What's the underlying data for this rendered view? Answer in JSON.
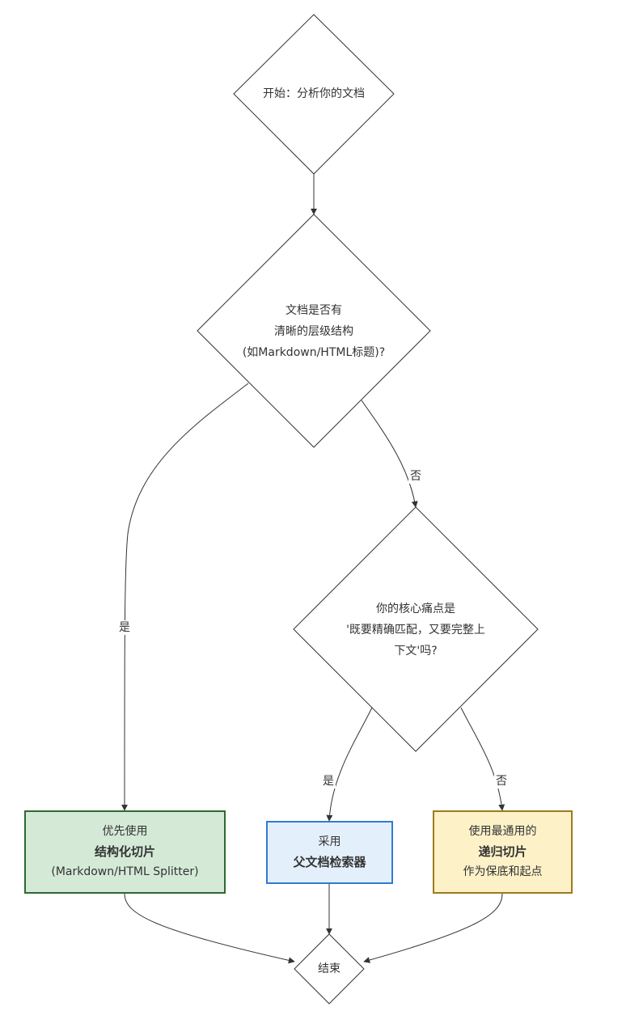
{
  "nodes": {
    "start": {
      "text": "开始：分析你的文档"
    },
    "decision_structure": {
      "line1": "文档是否有",
      "line2": "清晰的层级结构",
      "line3": "(如Markdown/HTML标题)?"
    },
    "decision_pain": {
      "line1": "你的核心痛点是",
      "line2": "'既要精确匹配，又要完整上",
      "line3": "下文'吗?"
    },
    "structured": {
      "line1": "优先使用",
      "line2": "结构化切片",
      "line3": "(Markdown/HTML Splitter)"
    },
    "parent": {
      "line1": "采用",
      "line2": "父文档检索器"
    },
    "recursive": {
      "line1": "使用最通用的",
      "line2": "递归切片",
      "line3": "作为保底和起点"
    },
    "end": {
      "text": "结束"
    }
  },
  "edges": {
    "structure_yes": "是",
    "structure_no": "否",
    "pain_yes": "是",
    "pain_no": "否"
  },
  "colors": {
    "line": "#333333",
    "structured_fill": "#d4ead7",
    "structured_border": "#2e6a31",
    "parent_fill": "#e3f0fb",
    "parent_border": "#2f7bd1",
    "recursive_fill": "#fdf1c8",
    "recursive_border": "#9b7b1e"
  }
}
